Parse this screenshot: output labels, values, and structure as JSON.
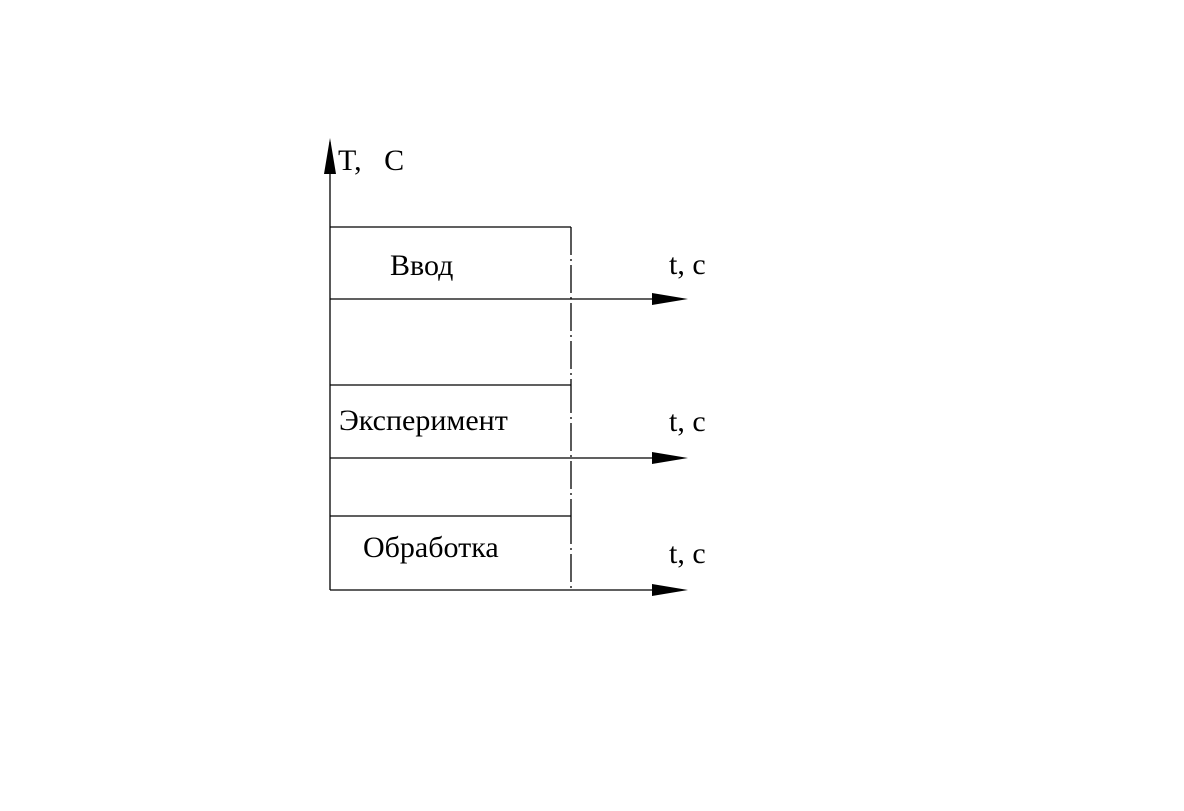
{
  "diagram": {
    "y_axis_label": "T,   C",
    "stages": [
      {
        "name": "Ввод",
        "time_axis_label": "t, c"
      },
      {
        "name": "Эксперимент",
        "time_axis_label": "t, c"
      },
      {
        "name": "Обработка",
        "time_axis_label": "t, c"
      }
    ],
    "colors": {
      "stroke": "#000000",
      "background": "#ffffff"
    }
  }
}
